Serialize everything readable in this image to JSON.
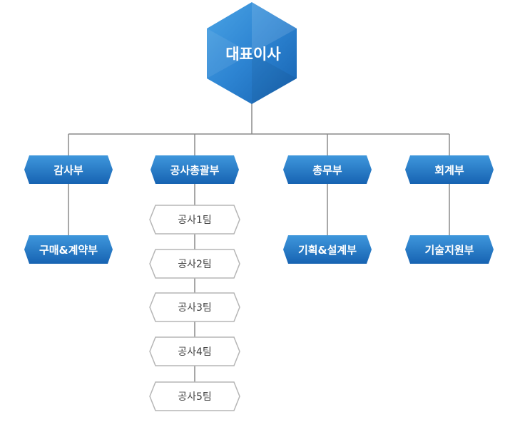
{
  "ceo": {
    "label": "대표이사"
  },
  "departments": [
    {
      "label": "감사부",
      "sub": "구매&계약부"
    },
    {
      "label": "공사총괄부"
    },
    {
      "label": "총무부",
      "sub": "기획&설계부"
    },
    {
      "label": "회계부",
      "sub": "기술지원부"
    }
  ],
  "teams": [
    {
      "label": "공사1팀"
    },
    {
      "label": "공사2팀"
    },
    {
      "label": "공사3팀"
    },
    {
      "label": "공사4팀"
    },
    {
      "label": "공사5팀"
    }
  ],
  "colors": {
    "blue_top": "#3a8fd6",
    "blue_bottom": "#1a64b3",
    "team_border": "#b5b5b5",
    "connector": "#8a8a8a"
  }
}
